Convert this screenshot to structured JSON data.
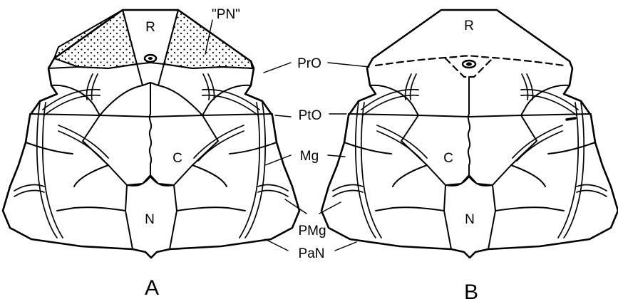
{
  "figure": {
    "plates": {
      "rostral": "R",
      "central": "C",
      "nuchal": "N",
      "pineal_region": "\"PN\""
    },
    "labels": {
      "preorbital": "PrO",
      "postorbital": "PtO",
      "marginal": "Mg",
      "postmarginal": "PMg",
      "paranuchal": "PaN"
    },
    "panels": {
      "left": "A",
      "right": "B"
    },
    "colors": {
      "ink": "#000000",
      "paper": "#ffffff"
    }
  }
}
